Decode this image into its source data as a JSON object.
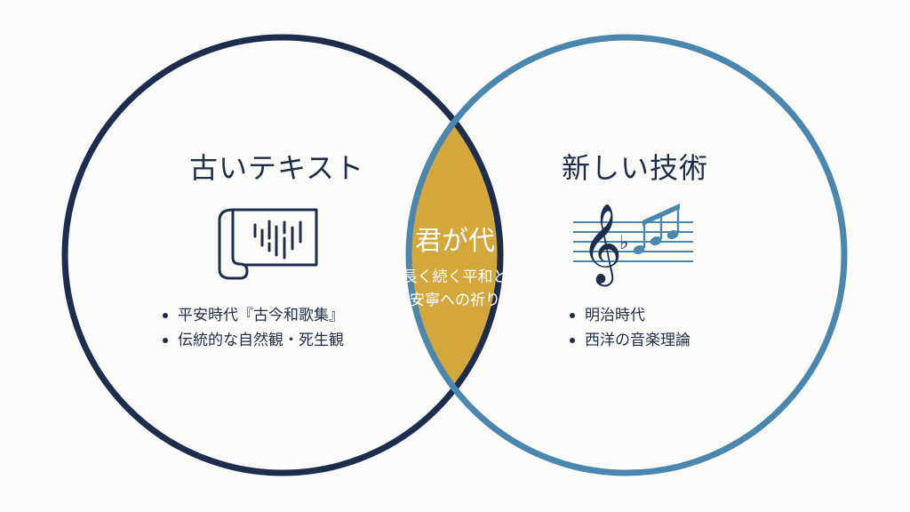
{
  "colors": {
    "left_circle": "#1f2d4d",
    "right_circle": "#4a86ad",
    "intersection": "#d4a73c",
    "text": "#1f2d44"
  },
  "left": {
    "title": "古いテキスト",
    "icon": "scroll-icon",
    "bullets": [
      "平安時代『古今和歌集』",
      "伝統的な自然観・死生観"
    ]
  },
  "right": {
    "title": "新しい技術",
    "icon": "music-staff-icon",
    "bullets": [
      "明治時代",
      "西洋の音楽理論"
    ]
  },
  "center": {
    "title": "君が代",
    "subtitle_line1": "長く続く平和と",
    "subtitle_line2": "安寧への祈り"
  }
}
